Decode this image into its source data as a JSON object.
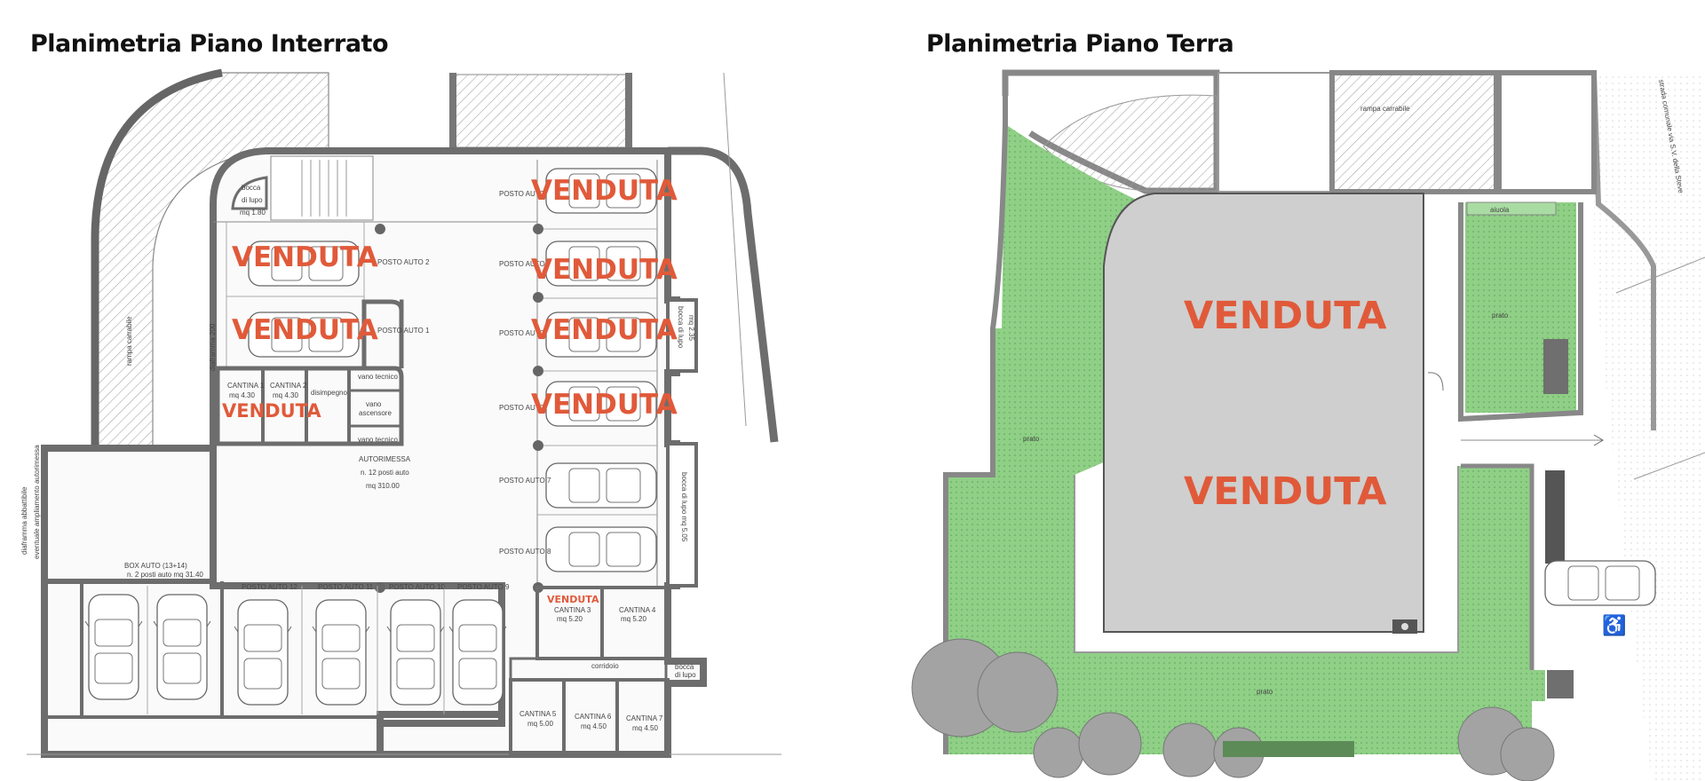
{
  "titles": {
    "left": "Planimetria Piano Interrato",
    "right": "Planimetria Piano Terra"
  },
  "sold_label": "VENDUTA",
  "colors": {
    "sold": "#e05a3a",
    "grass": "#8fcf86",
    "building": "#cfcfcf",
    "wall": "#6d6d6d"
  },
  "basement": {
    "rampa": "rampa carrabile",
    "bocca_lupo_1": "bocca",
    "bocca_lupo_1b": "di lupo",
    "bocca_lupo_1c": "mq 1.80",
    "bocca_lupo_2": "bocca di lupo",
    "bocca_lupo_2b": "mq 2.35",
    "bocca_lupo_3": "bocca di lupo mq 5.05",
    "bocca_lupo_4": "bocca",
    "bocca_lupo_4b": "di lupo",
    "posto_auto_1": "POSTO AUTO 1",
    "posto_auto_2": "POSTO AUTO 2",
    "posto_auto_3": "POSTO AUTO",
    "posto_auto_4": "POSTO AUTO",
    "posto_auto_5": "POSTO AUTO",
    "posto_auto_6": "POSTO AUTO",
    "posto_auto_7": "POSTO AUTO 7",
    "posto_auto_8": "POSTO AUTO 8",
    "posto_auto_9": "POSTO AUTO 9",
    "posto_auto_10": "POSTO AUTO 10",
    "posto_auto_11": "POSTO AUTO 11",
    "posto_auto_12": "POSTO AUTO 12",
    "box_auto": "BOX AUTO (13+14)",
    "box_auto_b": "n. 2 posti auto mq 31.40",
    "cantina_1": "CANTINA 1",
    "cantina_1b": "mq 4.30",
    "cantina_2": "CANTINA 2",
    "cantina_2b": "mq 4.30",
    "cantina_3": "CANTINA 3",
    "cantina_3b": "mq 5.20",
    "cantina_4": "CANTINA 4",
    "cantina_4b": "mq 5.20",
    "cantina_5": "CANTINA 5",
    "cantina_5b": "mq 5.00",
    "cantina_6": "CANTINA 6",
    "cantina_6b": "mq 4.50",
    "cantina_7": "CANTINA 7",
    "cantina_7b": "mq 4.50",
    "disimpegno": "disimpegno",
    "vano_ascensore": "vano",
    "vano_ascensore_b": "ascensore",
    "vano_tecnico_1": "vano tecnico",
    "vano_tecnico_2": "vano tecnico",
    "autorimessa": "AUTORIMESSA",
    "autorimessa_b": "n. 12 posti auto",
    "autorimessa_c": "mq 310.00",
    "corridoio": "corridoio",
    "diaframma": "diaframma abbattibile",
    "diaframma_b": "eventuale ampliamento autorimessa"
  },
  "ground": {
    "rampa": "rampa carrabile",
    "prato_1": "prato",
    "prato_2": "prato",
    "prato_3": "prato",
    "aiuola": "aiuola",
    "strada": "strada comunale via S.V. della Steve"
  }
}
